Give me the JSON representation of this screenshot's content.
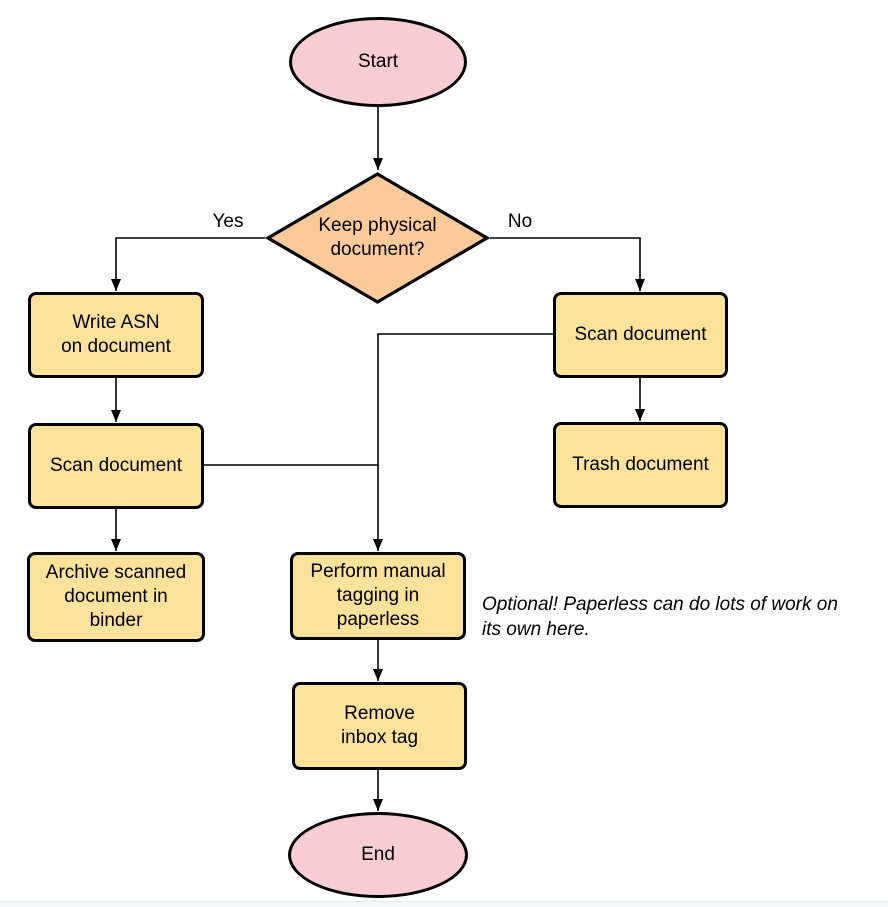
{
  "colors": {
    "terminator_fill": "#f8cdd2",
    "decision_fill": "#fbca9b",
    "process_fill": "#fbe29b",
    "stroke": "#000000"
  },
  "nodes": {
    "start": {
      "lines": [
        "Start"
      ]
    },
    "decision": {
      "lines": [
        "Keep physical",
        "document?"
      ]
    },
    "write_asn": {
      "lines": [
        "Write ASN",
        "on document"
      ]
    },
    "scan_left": {
      "lines": [
        "Scan document"
      ]
    },
    "archive": {
      "lines": [
        "Archive scanned",
        "document in",
        "binder"
      ]
    },
    "scan_right": {
      "lines": [
        "Scan document"
      ]
    },
    "trash": {
      "lines": [
        "Trash document"
      ]
    },
    "perform_tagging": {
      "lines": [
        "Perform manual",
        "tagging in",
        "paperless"
      ]
    },
    "remove_inbox": {
      "lines": [
        "Remove",
        "inbox tag"
      ]
    },
    "end": {
      "lines": [
        "End"
      ]
    }
  },
  "edge_labels": {
    "yes": "Yes",
    "no": "No"
  },
  "annotation": {
    "lines": [
      "Optional! Paperless can do lots of work on",
      "its own here."
    ]
  }
}
